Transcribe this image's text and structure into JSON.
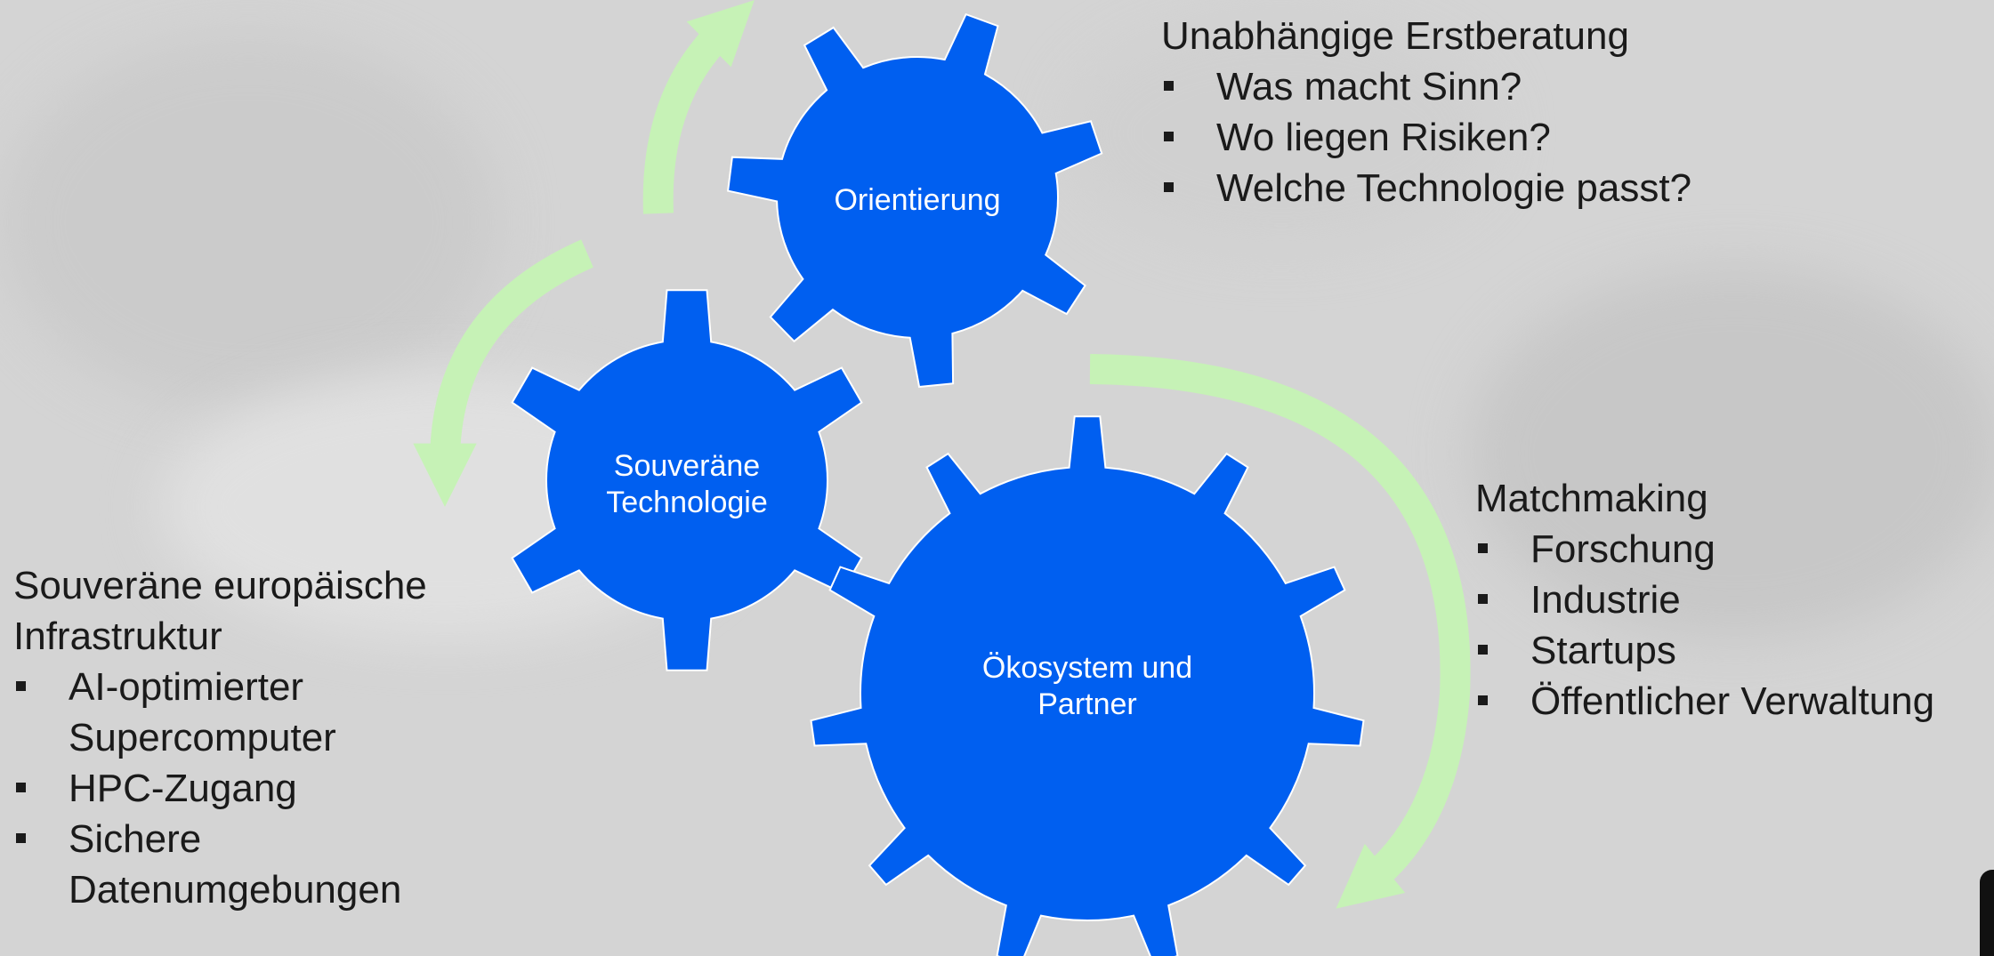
{
  "gears": {
    "orientation": {
      "label": "Orientierung"
    },
    "technology": {
      "label_line1": "Souveräne",
      "label_line2": "Technologie"
    },
    "ecosystem": {
      "label_line1": "Ökosystem und",
      "label_line2": "Partner"
    }
  },
  "blocks": {
    "consulting": {
      "heading": "Unabhängige Erstberatung",
      "items": [
        "Was macht Sinn?",
        "Wo liegen Risiken?",
        "Welche Technologie passt?"
      ]
    },
    "matchmaking": {
      "heading": "Matchmaking",
      "items": [
        "Forschung",
        "Industrie",
        "Startups",
        "Öffentlicher Verwaltung"
      ]
    },
    "infrastructure": {
      "heading_line1": "Souveräne europäische",
      "heading_line2": "Infrastruktur",
      "items": [
        "AI-optimierter Supercomputer",
        "HPC-Zugang",
        "Sichere Datenumgebungen"
      ]
    }
  },
  "colors": {
    "gear": "#005ff0",
    "arrow": "#c6f2b6",
    "background": "#d4d4d4"
  }
}
